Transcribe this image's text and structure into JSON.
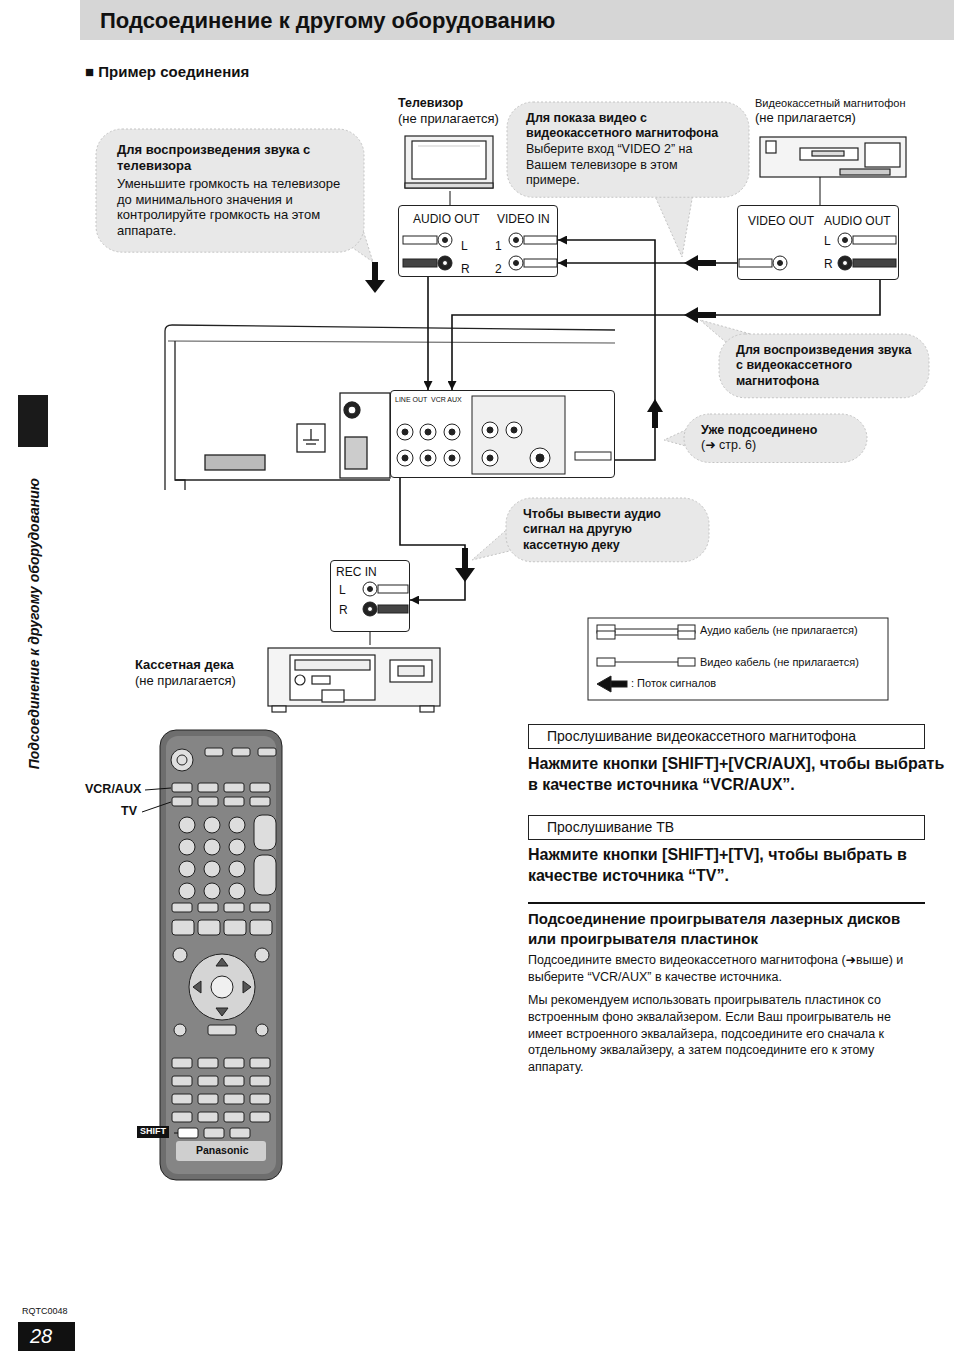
{
  "diagram": {
    "title": "Подсоединение к другому оборудованию",
    "nodes": [
      {
        "text": [
          "Телевизор",
          "(не прилагается)"
        ]
      },
      {
        "text": [
          "AUDIO OUT",
          "VIDEO IN",
          "L",
          "R",
          "1",
          "2"
        ]
      },
      {
        "text": [
          "Для воспроизведения звука с телевизора",
          "Уменьшите громкость на телевизоре до минимального значения и контролируйте громкость на этом аппарате."
        ]
      },
      {
        "text": [
          "Для показа видео с видеокассетного магнитофона",
          "Выберите вход “VIDEO 2” на Вашем телевизоре в этом примере."
        ]
      },
      {
        "text": [
          "Видеокассетный магнитофон",
          "(не прилагается)"
        ]
      },
      {
        "text": [
          "VIDEO OUT",
          "AUDIO OUT",
          "L",
          "R"
        ]
      },
      {
        "text": [
          "LINE OUT",
          "VCR AUX"
        ]
      },
      {
        "text": [
          "Для воспроизведения звука с видеокассетного магнитофона"
        ]
      },
      {
        "text": [
          "Уже подсоединено",
          "(➜ стр. 6)"
        ]
      },
      {
        "text": [
          "Чтобы вывести аудио сигнал на другую кассетную деку"
        ]
      },
      {
        "text": [
          "REC IN",
          "L",
          "R"
        ]
      },
      {
        "text": [
          "Кассетная дека",
          "(не прилагается)"
        ]
      },
      {
        "text": [
          "Прослушивание видеокассетного магнитофона"
        ]
      },
      {
        "text": [
          "Прослушивание ТВ"
        ]
      }
    ],
    "edges": [
      {
        "from": 1,
        "to": 6,
        "arrow": "to"
      },
      {
        "from": 5,
        "to": 1,
        "arrow": "to"
      },
      {
        "from": 5,
        "to": 6,
        "arrow": "to"
      },
      {
        "from": 6,
        "to": 1,
        "arrow": "to"
      },
      {
        "from": 6,
        "to": 10,
        "arrow": "to"
      },
      {
        "from": 0,
        "to": 1,
        "arrow": "none"
      },
      {
        "from": 4,
        "to": 5,
        "arrow": "none"
      },
      {
        "from": 11,
        "to": 10,
        "arrow": "none"
      }
    ],
    "labels": [
      "■ Пример соединения",
      "VCR/AUX",
      "TV",
      "SHIFT",
      "Panasonic",
      "Нажмите кнопки [SHIFT]+[VCR/AUX], чтобы выбрать в качестве источника “VCR/AUX”.",
      "Нажмите кнопки [SHIFT]+[TV], чтобы выбрать в качестве источника “TV”.",
      "Подсоединение проигрывателя лазерных дисков или проигрывателя пластинок",
      "Подсоедините вместо видеокассетного магнитофона (➜выше) и выберите “VCR/AUX” в качестве источника.",
      "Мы рекомендуем использовать проигрыватель пластинок со встроенным фоно эквалайзером. Если Ваш проигрыватель не имеет встроенного эквалайзера, подсоедините его сначала к отдельному эквалайзеру, а затем подсоедините его к этому аппарату.",
      "Подсоединение к другому оборудованию",
      "RQTC0048",
      "28"
    ],
    "legend": [
      {
        "text": "Аудио кабель (не прилагается)"
      },
      {
        "text": "Видео кабель (не прилагается)"
      },
      {
        "text": ": Поток сигналов"
      }
    ]
  }
}
